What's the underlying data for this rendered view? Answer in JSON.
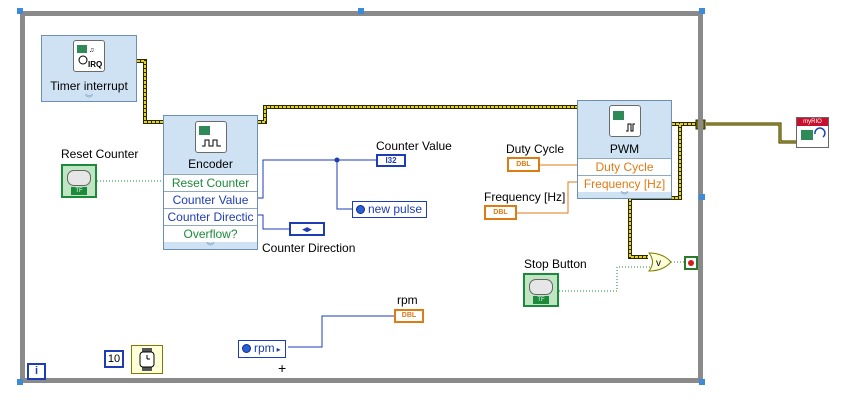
{
  "diagram": {
    "timer_node": {
      "title": "Timer interrupt",
      "icon": "irq-timer-icon"
    },
    "encoder_node": {
      "title": "Encoder",
      "terminals": [
        "Reset Counter",
        "Counter Value",
        "Counter Directic",
        "Overflow?"
      ]
    },
    "pwm_node": {
      "title": "PWM",
      "terminals": [
        "Duty Cycle",
        "Frequency [Hz]"
      ]
    },
    "labels": {
      "reset_counter": "Reset Counter",
      "counter_value": "Counter Value",
      "counter_direction": "Counter Direction",
      "duty_cycle": "Duty Cycle",
      "frequency": "Frequency [Hz]",
      "stop_button": "Stop Button",
      "rpm_indicator": "rpm"
    },
    "refs": {
      "new_pulse": "new pulse",
      "rpm": "rpm"
    },
    "terminals": {
      "dbl": "DBL",
      "i32": "I32",
      "tf": "TF",
      "myrio": "myRIO"
    },
    "wait_constant": "10",
    "loop_iteration": "i",
    "or_gate_symbol": "v",
    "colors": {
      "frame": "#8a8a8a",
      "error_wire": "#c9b400",
      "int_wire": "#1e3cb4",
      "bool_wire": "#1c8a3a",
      "dbl_wire": "#e07a13",
      "node_fill": "#cfe2f4"
    }
  }
}
